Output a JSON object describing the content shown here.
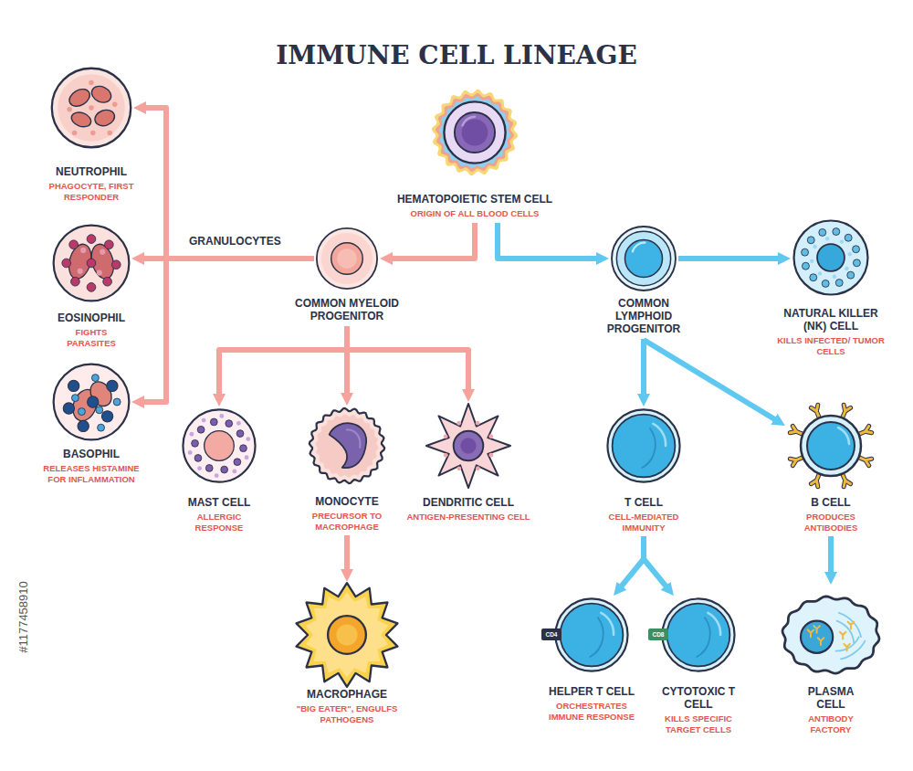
{
  "diagram": {
    "title": "IMMUNE CELL LINEAGE",
    "nodes": [
      {
        "text": [
          "NEUTROPHIL",
          "PHAGOCYTE, FIRST RESPONDER"
        ]
      },
      {
        "text": [
          "HEMATOPOIETIC STEM CELL",
          "ORIGIN OF ALL BLOOD CELLS"
        ]
      },
      {
        "text": [
          "EOSINOPHIL",
          "FIGHTS PARASITES"
        ]
      },
      {
        "text": [
          "COMMON MYELOID PROGENITOR"
        ]
      },
      {
        "text": [
          "COMMON LYMPHOID PROGENITOR"
        ]
      },
      {
        "text": [
          "NATURAL KILLER (NK) CELL",
          "KILLS INFECTED/ TUMOR CELLS"
        ]
      },
      {
        "text": [
          "BASOPHIL",
          "RELEASES HISTAMINE FOR INFLAMMATION"
        ]
      },
      {
        "text": [
          "MAST CELL",
          "ALLERGIC RESPONSE"
        ]
      },
      {
        "text": [
          "MONOCYTE",
          "PRECURSOR TO MACROPHAGE"
        ]
      },
      {
        "text": [
          "DENDRITIC CELL",
          "ANTIGEN-PRESENTING CELL"
        ]
      },
      {
        "text": [
          "T CELL",
          "CELL-MEDIATED IMMUNITY"
        ]
      },
      {
        "text": [
          "B CELL",
          "PRODUCES ANTIBODIES"
        ]
      },
      {
        "text": [
          "MACROPHAGE",
          "\"BIG EATER\", ENGULFS PATHOGENS"
        ]
      },
      {
        "text": [
          "HELPER T CELL",
          "ORCHESTRATES IMMUNE RESPONSE"
        ]
      },
      {
        "text": [
          "CD4"
        ],
        "in": 13
      },
      {
        "text": [
          "CYTOTOXIC T CELL",
          "KILLS SPECIFIC TARGET CELLS"
        ]
      },
      {
        "text": [
          "CD8"
        ],
        "in": 15
      },
      {
        "text": [
          "PLASMA CELL",
          "ANTIBODY FACTORY"
        ]
      }
    ],
    "edges": [
      {
        "from": 1,
        "to": 3,
        "arrow": "to"
      },
      {
        "from": 1,
        "to": 4,
        "arrow": "to"
      },
      {
        "from": 3,
        "to": 0,
        "arrow": "to"
      },
      {
        "from": 3,
        "to": 2,
        "arrow": "to",
        "label": "GRANULOCYTES"
      },
      {
        "from": 3,
        "to": 6,
        "arrow": "to"
      },
      {
        "from": 3,
        "to": 7,
        "arrow": "to"
      },
      {
        "from": 3,
        "to": 8,
        "arrow": "to"
      },
      {
        "from": 3,
        "to": 9,
        "arrow": "to"
      },
      {
        "from": 8,
        "to": 12,
        "arrow": "to"
      },
      {
        "from": 4,
        "to": 5,
        "arrow": "to"
      },
      {
        "from": 4,
        "to": 10,
        "arrow": "to"
      },
      {
        "from": 4,
        "to": 11,
        "arrow": "to"
      },
      {
        "from": 10,
        "to": 13,
        "arrow": "to"
      },
      {
        "from": 10,
        "to": 15,
        "arrow": "to"
      },
      {
        "from": 11,
        "to": 17,
        "arrow": "to"
      }
    ],
    "labels": [
      "#1177458910"
    ]
  }
}
